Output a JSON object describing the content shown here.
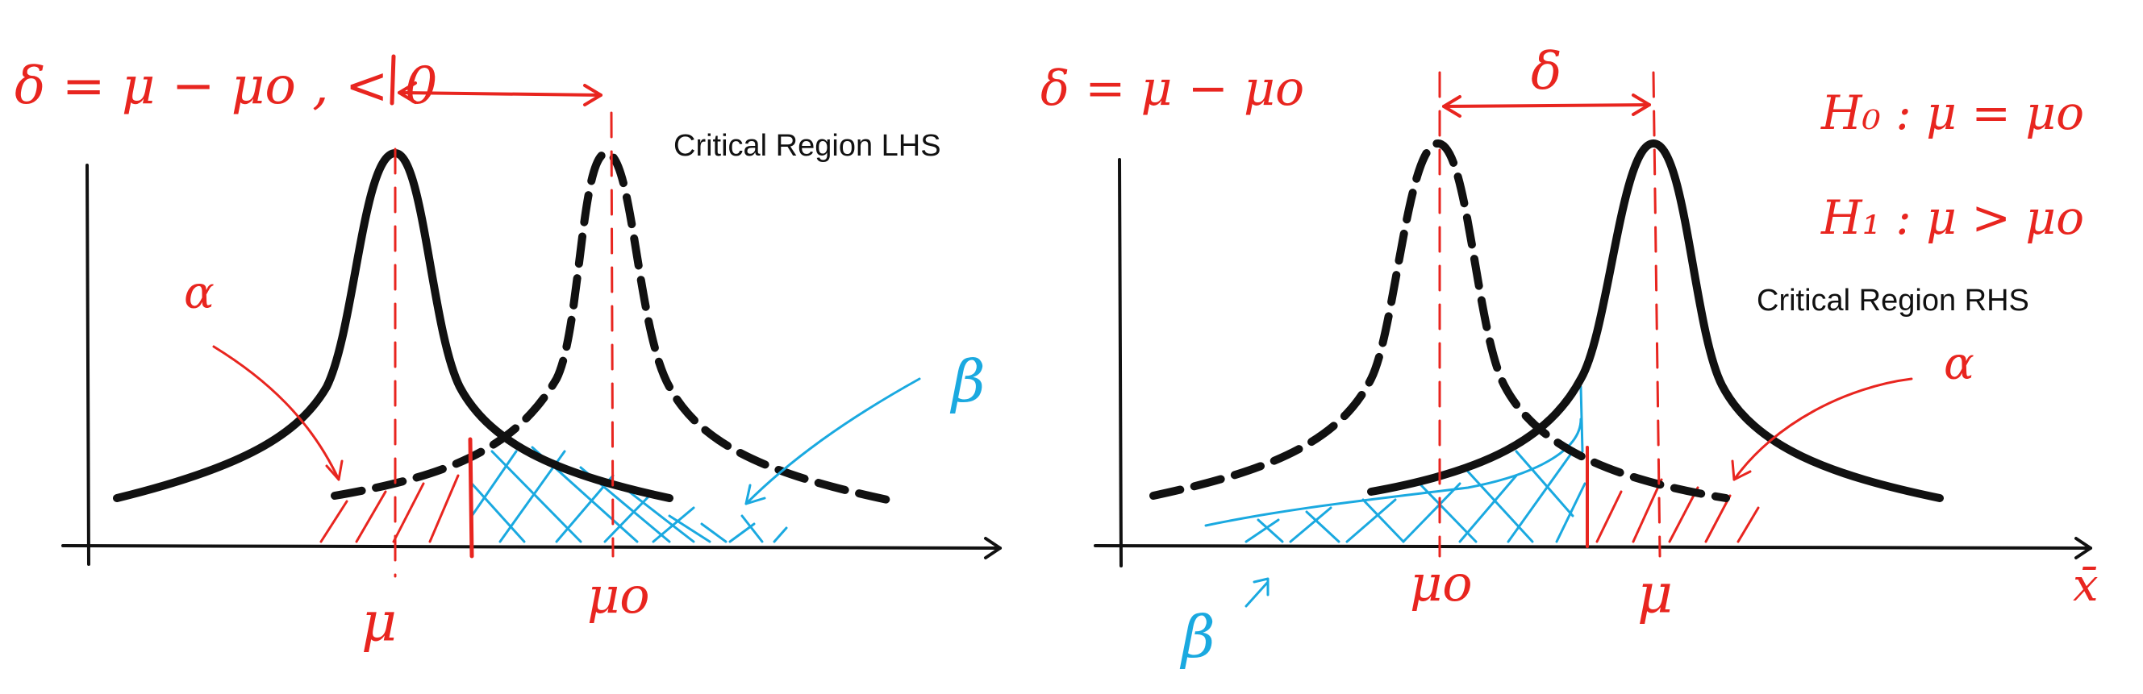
{
  "colors": {
    "ink": "#111111",
    "red": "#e8251f",
    "blue": "#1aa9e0",
    "background": "#ffffff"
  },
  "left_panel": {
    "title": "Critical Region LHS",
    "delta_definition": "δ = μ − μo , < 0",
    "alpha_label": "α",
    "beta_label": "β",
    "mu_label": "μ",
    "mu0_label": "μo"
  },
  "right_panel": {
    "title": "Critical Region RHS",
    "delta_definition": "δ = μ − μo",
    "delta_label": "δ",
    "h0_text": "H₀ : μ = μo",
    "h1_text": "H₁ : μ > μo",
    "alpha_label": "α",
    "beta_label": "β",
    "mu_label": "μ",
    "mu0_label": "μo",
    "xbar_label": "x̄"
  }
}
